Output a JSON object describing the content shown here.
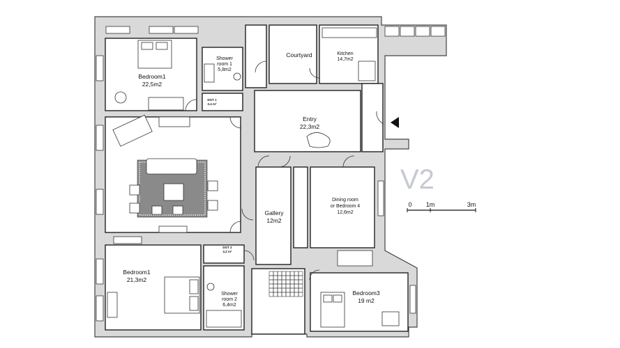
{
  "version_label": "V2",
  "scale": {
    "start": "0",
    "mid": "1m",
    "end": "3m"
  },
  "rooms": {
    "bedroom1_top": {
      "name": "Bedroom1",
      "area": "22,5m2"
    },
    "shower1": {
      "name": "Shower",
      "name2": "room 1",
      "area": "5,8m2"
    },
    "dgt1": {
      "name": "DGT 1",
      "area": "2,4 m²"
    },
    "courtyard": {
      "name": "Courtyard"
    },
    "kitchen": {
      "name": "Kitchen",
      "area": "14,7m2"
    },
    "entry": {
      "name": "Entry",
      "area": "22,3m2"
    },
    "gallery": {
      "name": "Gallery",
      "area": "12m2"
    },
    "dining": {
      "name": "Dining room",
      "name2": "or Bedroom 4",
      "area": "12,6m2"
    },
    "bedroom1_bottom": {
      "name": "Bedroom1",
      "area": "21,3m2"
    },
    "dgt2": {
      "name": "DGT 2",
      "area": "2,2 m²"
    },
    "shower2": {
      "name": "Shower",
      "name2": "room 2",
      "area": "6,4m2"
    },
    "bedroom3": {
      "name": "Bedroom3",
      "area": "19 m2"
    }
  },
  "colors": {
    "wall": "#d9d9d9",
    "line": "#222222",
    "version": "#c6c9d2"
  }
}
